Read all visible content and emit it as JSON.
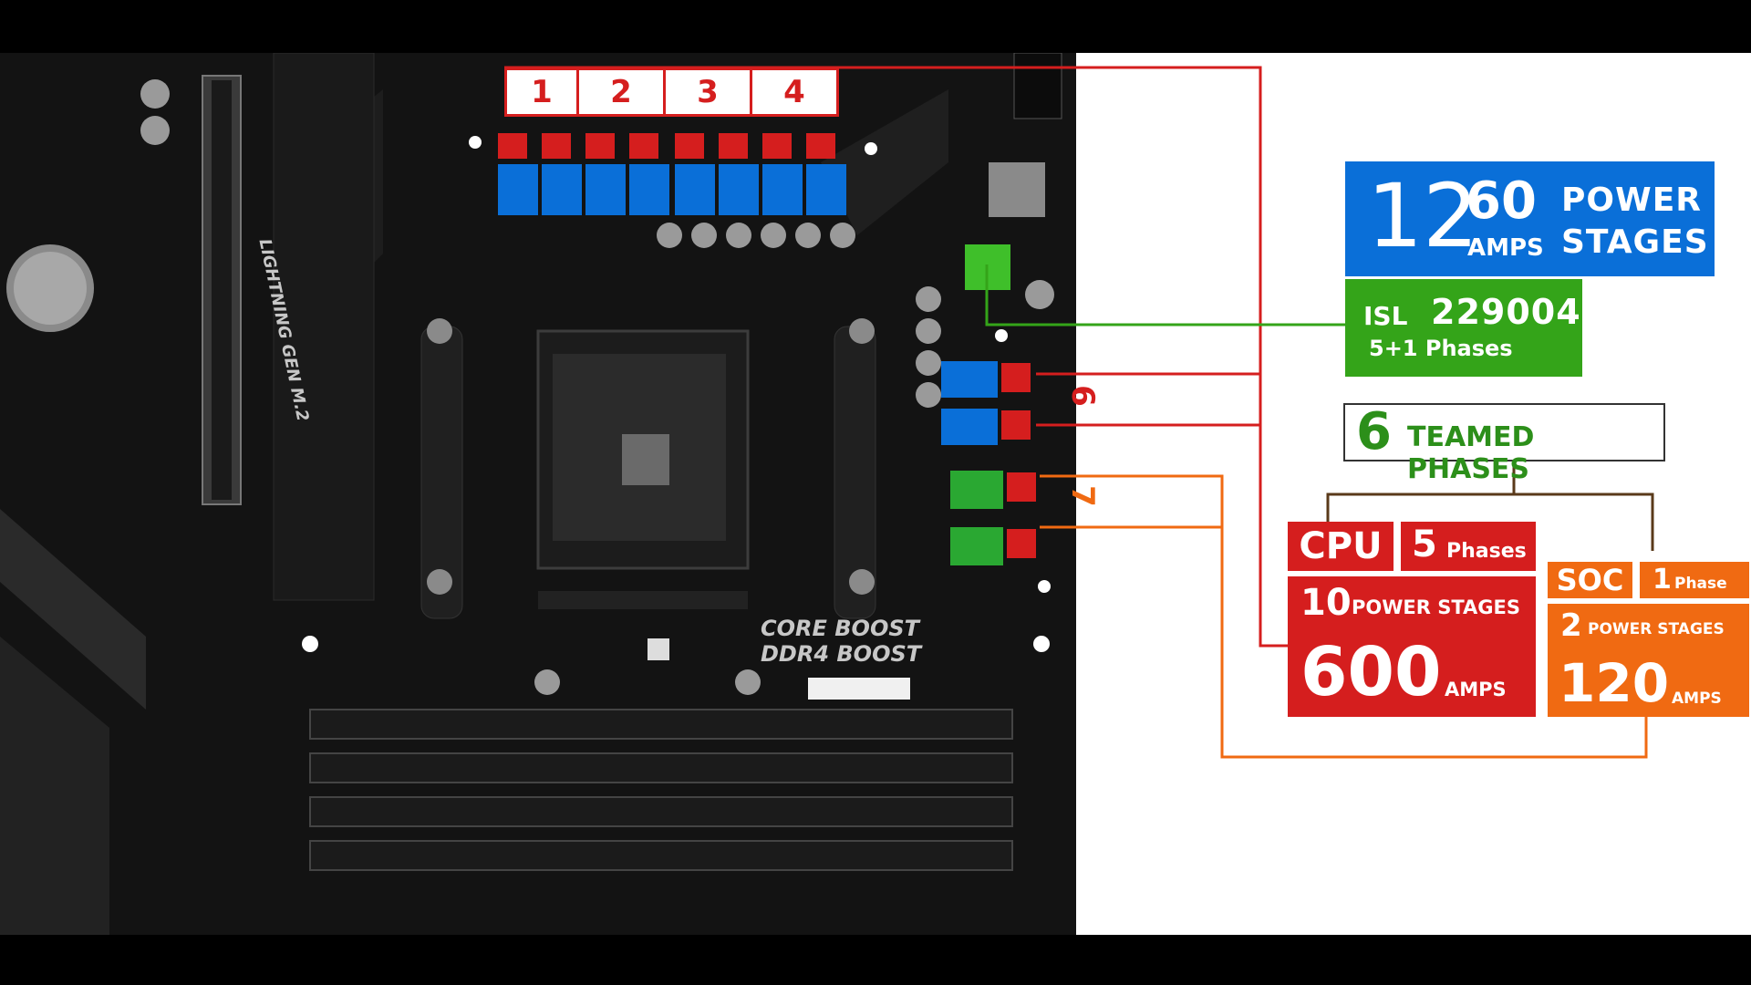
{
  "colors": {
    "power_stage_blue": "#0a6fd8",
    "controller_green": "#34a419",
    "cpu_red": "#d51e1e",
    "soc_orange": "#f06a12"
  },
  "top_phase_labels": [
    "1",
    "2",
    "3",
    "4"
  ],
  "side_phase_labels": [
    "6",
    "7"
  ],
  "board_markings": {
    "logo_line1": "CORE BOOST",
    "logo_line2": "DDR4 BOOST",
    "m2_label": "LIGHTNING GEN M.2"
  },
  "power_stages": {
    "count": "12",
    "amps_value": "60",
    "amps_label": "AMPS",
    "stages_label_line1": "POWER",
    "stages_label_line2": "STAGES"
  },
  "controller": {
    "manufacturer": "ISL",
    "model": "229004",
    "phases": "5+1 Phases"
  },
  "teamed": {
    "count": "6",
    "label": "TEAMED PHASES"
  },
  "cpu": {
    "label": "CPU",
    "phases_count": "5",
    "phases_label": "Phases",
    "stages_count": "10",
    "stages_label": "POWER STAGES",
    "amps_value": "600",
    "amps_label": "AMPS"
  },
  "soc": {
    "label": "SOC",
    "phases_count": "1",
    "phases_label": "Phase",
    "stages_count": "2",
    "stages_label": "POWER STAGES",
    "amps_value": "120",
    "amps_label": "AMPS"
  }
}
